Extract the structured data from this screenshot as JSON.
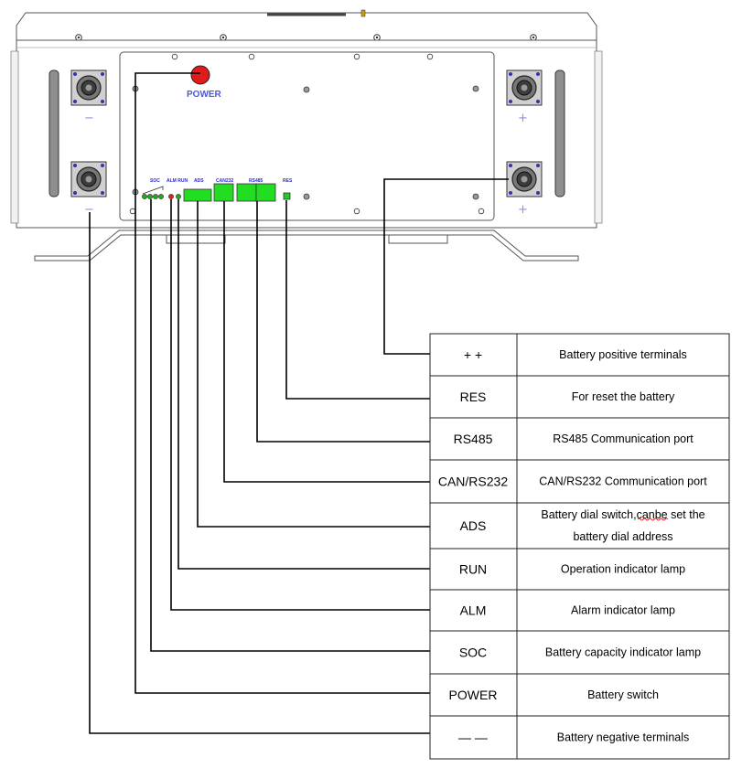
{
  "device": {
    "power_label": "POWER",
    "soc_label": "SOC",
    "alm_run_label": "ALM RUN",
    "ads_label": "ADS",
    "can_label": "CAN232",
    "rs485_label": "RS485",
    "res_label": "RES",
    "positive_sign": "+",
    "negative_sign": "−"
  },
  "legend": {
    "rows": [
      {
        "code": "+          +",
        "description": [
          "Battery positive terminals"
        ]
      },
      {
        "code": "RES",
        "description": [
          "For reset the battery"
        ]
      },
      {
        "code": "RS485",
        "description": [
          "RS485 Communication port"
        ]
      },
      {
        "code": "CAN/RS232",
        "description": [
          "CAN/RS232 Communication port"
        ]
      },
      {
        "code": "ADS",
        "description": [
          "Battery dial switch,canbe set the",
          "battery dial address"
        ]
      },
      {
        "code": "RUN",
        "description": [
          "Operation indicator lamp"
        ]
      },
      {
        "code": "ALM",
        "description": [
          "Alarm indicator lamp"
        ]
      },
      {
        "code": "SOC",
        "description": [
          "Battery capacity indicator lamp"
        ]
      },
      {
        "code": "POWER",
        "description": [
          "Battery switch"
        ]
      },
      {
        "code": "—      —",
        "description": [
          "Battery negative terminals"
        ]
      }
    ]
  },
  "colors": {
    "power_button": "#e21a1a",
    "port_green": "#22dd22",
    "led_green": "#22aa22",
    "led_red": "#dd2222",
    "label_blue": "#2a2ad0",
    "spell_underline": "#dd0000"
  }
}
